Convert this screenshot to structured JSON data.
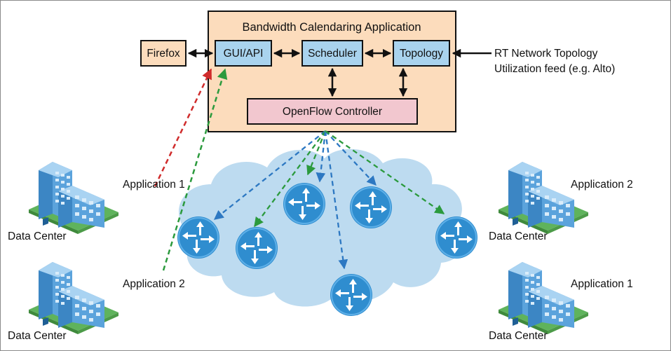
{
  "title": "Bandwidth Calendaring Application",
  "boxes": {
    "firefox": "Firefox",
    "gui_api": "GUI/API",
    "scheduler": "Scheduler",
    "topology": "Topology",
    "controller": "OpenFlow Controller"
  },
  "feed": {
    "line1": "RT Network Topology",
    "line2": "Utilization feed (e.g. Alto)"
  },
  "sites": [
    {
      "id": "left-top",
      "app": "Application 1",
      "dc": "Data Center"
    },
    {
      "id": "left-bottom",
      "app": "Application 2",
      "dc": "Data Center"
    },
    {
      "id": "right-top",
      "app": "Application 2",
      "dc": "Data Center"
    },
    {
      "id": "right-bottom",
      "app": "Application 1",
      "dc": "Data Center"
    }
  ],
  "routers": [
    {
      "id": 1
    },
    {
      "id": 2
    },
    {
      "id": 3
    },
    {
      "id": 4
    },
    {
      "id": 5
    },
    {
      "id": 6
    },
    {
      "id": 7
    }
  ],
  "colors": {
    "app_box": "#fcdcbc",
    "module_box": "#a9d3ee",
    "controller_box": "#f2c7cf",
    "cloud": "#bddbf0",
    "router": "#2f8dcf",
    "red_link": "#d02c2c",
    "green_link": "#2b9a3d",
    "blue_link": "#2d78c2",
    "ground": "#5fb35c",
    "building_front": "#5ba3dc",
    "building_roof": "#a9d3f2"
  },
  "legend": {}
}
